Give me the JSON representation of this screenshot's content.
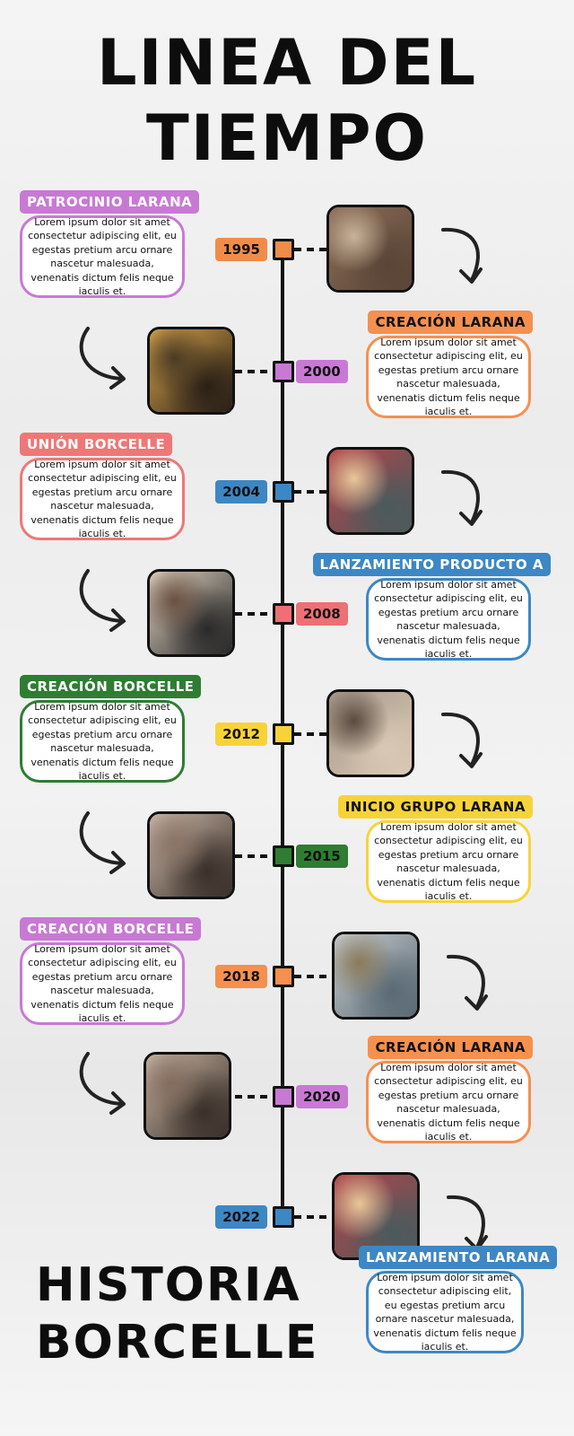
{
  "title": [
    "LINEA DEL",
    "TIEMPO"
  ],
  "subtitle": [
    "HISTORIA",
    "BORCELLE"
  ],
  "body_text": "Lorem ipsum dolor sit amet consectetur adipiscing elit, eu egestas pretium arcu ornare nascetur malesuada, venenatis dictum felis neque iaculis et.",
  "events": [
    {
      "year": "1995",
      "label": "PATROCINIO LARANA",
      "color": "#f08c4a",
      "label_color": "#c879d4",
      "side": "left"
    },
    {
      "year": "2000",
      "label": "CREACIÓN LARANA",
      "color": "#c879d4",
      "label_color": "#f5904f",
      "side": "right"
    },
    {
      "year": "2004",
      "label": "UNIÓN BORCELLE",
      "color": "#3d87c4",
      "label_color": "#ee7777",
      "side": "left"
    },
    {
      "year": "2008",
      "label": "LANZAMIENTO PRODUCTO A",
      "color": "#ee7074",
      "label_color": "#3d87c4",
      "side": "right"
    },
    {
      "year": "2012",
      "label": "CREACIÓN BORCELLE",
      "color": "#f7d33a",
      "label_color": "#2e7d32",
      "side": "left"
    },
    {
      "year": "2015",
      "label": "INICIO GRUPO LARANA",
      "color": "#2e7d32",
      "label_color": "#f7d33a",
      "side": "right"
    },
    {
      "year": "2018",
      "label": "CREACIÓN BORCELLE",
      "color": "#f5904f",
      "label_color": "#c879d4",
      "side": "left"
    },
    {
      "year": "2020",
      "label": "CREACIÓN LARANA",
      "color": "#c879d4",
      "label_color": "#f5904f",
      "side": "right"
    },
    {
      "year": "2022",
      "label": "LANZAMIENTO LARANA",
      "color": "#3d87c4",
      "label_color": "#3d87c4",
      "side": "right"
    }
  ],
  "photos": [
    {
      "name": "storefront",
      "colors": [
        "#8a6e58",
        "#c9b39a",
        "#5a4536"
      ]
    },
    {
      "name": "camera-flowers",
      "colors": [
        "#d6a24a",
        "#4a3a24",
        "#2a2016"
      ]
    },
    {
      "name": "retro-radio",
      "colors": [
        "#b4454a",
        "#e8c79a",
        "#4a5a5c"
      ]
    },
    {
      "name": "vintage-camera",
      "colors": [
        "#e0d2c0",
        "#6a5040",
        "#2a2a2a"
      ]
    },
    {
      "name": "boombox-stack",
      "colors": [
        "#a89a8a",
        "#5a4a40",
        "#d8c8b4"
      ]
    },
    {
      "name": "bicycle-street",
      "colors": [
        "#cbb8a8",
        "#8a7466",
        "#3a302a"
      ]
    },
    {
      "name": "london-skyline",
      "colors": [
        "#c8ccd0",
        "#8a7a5a",
        "#5a6a74"
      ]
    },
    {
      "name": "bicycle-street-2",
      "colors": [
        "#c8b4a2",
        "#826c5e",
        "#3a302a"
      ]
    },
    {
      "name": "retro-radio-2",
      "colors": [
        "#b4454a",
        "#e8c79a",
        "#4a5a5c"
      ]
    }
  ]
}
